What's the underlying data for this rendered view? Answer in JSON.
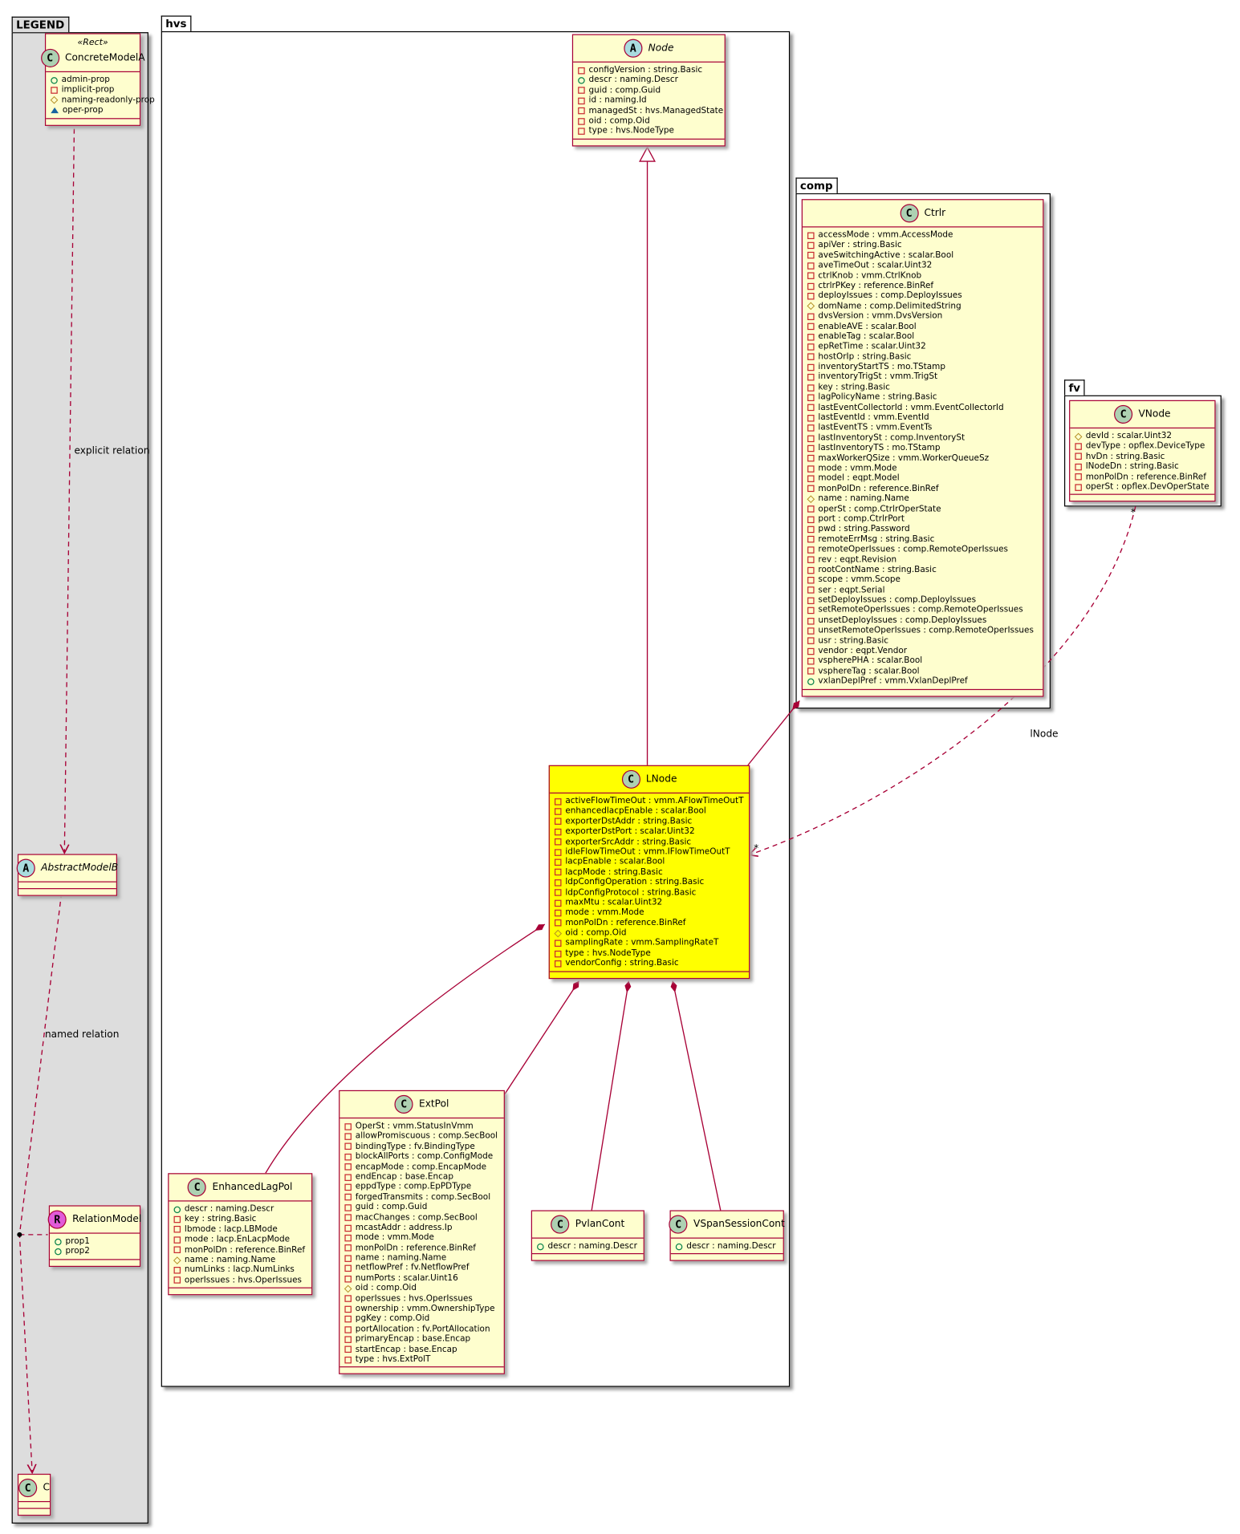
{
  "packages": {
    "legend": "LEGEND",
    "hvs": "hvs",
    "comp": "comp",
    "fv": "fv"
  },
  "labels": {
    "explicit": "explicit relation",
    "named": "named relation",
    "lnode_role": "lNode",
    "mult_a": "*",
    "mult_b": "*"
  },
  "colors": {
    "border": "#a80036",
    "class_bg": "#fefece",
    "highlight": "#ffff00",
    "legend_bg": "#dddddd"
  },
  "classes": {
    "ConcreteModelA": {
      "name": "ConcreteModelA",
      "kind": "C",
      "stereotype": "«Rect»",
      "attrs": [
        [
          "+",
          "admin-prop"
        ],
        [
          "-",
          "implicit-prop"
        ],
        [
          "#",
          "naming-readonly-prop"
        ],
        [
          "~",
          "oper-prop"
        ]
      ]
    },
    "AbstractModelB": {
      "name": "AbstractModelB",
      "kind": "A",
      "attrs": []
    },
    "RelationModel": {
      "name": "RelationModel",
      "kind": "R",
      "attrs": [
        [
          "+",
          "prop1"
        ],
        [
          "+",
          "prop2"
        ]
      ]
    },
    "C": {
      "name": "C",
      "kind": "C",
      "attrs": []
    },
    "Node": {
      "name": "Node",
      "kind": "A",
      "attrs": [
        [
          "-",
          "configVersion : string.Basic"
        ],
        [
          "+",
          "descr : naming.Descr"
        ],
        [
          "-",
          "guid : comp.Guid"
        ],
        [
          "-",
          "id : naming.Id"
        ],
        [
          "-",
          "managedSt : hvs.ManagedState"
        ],
        [
          "-",
          "oid : comp.Oid"
        ],
        [
          "-",
          "type : hvs.NodeType"
        ]
      ]
    },
    "LNode": {
      "name": "LNode",
      "kind": "C",
      "attrs": [
        [
          "-",
          "activeFlowTimeOut : vmm.AFlowTimeOutT"
        ],
        [
          "-",
          "enhancedlacpEnable : scalar.Bool"
        ],
        [
          "-",
          "exporterDstAddr : string.Basic"
        ],
        [
          "-",
          "exporterDstPort : scalar.Uint32"
        ],
        [
          "-",
          "exporterSrcAddr : string.Basic"
        ],
        [
          "-",
          "idleFlowTimeOut : vmm.IFlowTimeOutT"
        ],
        [
          "-",
          "lacpEnable : scalar.Bool"
        ],
        [
          "-",
          "lacpMode : string.Basic"
        ],
        [
          "-",
          "ldpConfigOperation : string.Basic"
        ],
        [
          "-",
          "ldpConfigProtocol : string.Basic"
        ],
        [
          "-",
          "maxMtu : scalar.Uint32"
        ],
        [
          "-",
          "mode : vmm.Mode"
        ],
        [
          "-",
          "monPolDn : reference.BinRef"
        ],
        [
          "#",
          "oid : comp.Oid"
        ],
        [
          "-",
          "samplingRate : vmm.SamplingRateT"
        ],
        [
          "-",
          "type : hvs.NodeType"
        ],
        [
          "-",
          "vendorConfig : string.Basic"
        ]
      ]
    },
    "EnhancedLagPol": {
      "name": "EnhancedLagPol",
      "kind": "C",
      "attrs": [
        [
          "+",
          "descr : naming.Descr"
        ],
        [
          "-",
          "key : string.Basic"
        ],
        [
          "-",
          "lbmode : lacp.LBMode"
        ],
        [
          "-",
          "mode : lacp.EnLacpMode"
        ],
        [
          "-",
          "monPolDn : reference.BinRef"
        ],
        [
          "#",
          "name : naming.Name"
        ],
        [
          "-",
          "numLinks : lacp.NumLinks"
        ],
        [
          "-",
          "operIssues : hvs.OperIssues"
        ]
      ]
    },
    "ExtPol": {
      "name": "ExtPol",
      "kind": "C",
      "attrs": [
        [
          "-",
          "OperSt : vmm.StatusInVmm"
        ],
        [
          "-",
          "allowPromiscuous : comp.SecBool"
        ],
        [
          "-",
          "bindingType : fv.BindingType"
        ],
        [
          "-",
          "blockAllPorts : comp.ConfigMode"
        ],
        [
          "-",
          "encapMode : comp.EncapMode"
        ],
        [
          "-",
          "endEncap : base.Encap"
        ],
        [
          "-",
          "eppdType : comp.EpPDType"
        ],
        [
          "-",
          "forgedTransmits : comp.SecBool"
        ],
        [
          "-",
          "guid : comp.Guid"
        ],
        [
          "-",
          "macChanges : comp.SecBool"
        ],
        [
          "-",
          "mcastAddr : address.Ip"
        ],
        [
          "-",
          "mode : vmm.Mode"
        ],
        [
          "-",
          "monPolDn : reference.BinRef"
        ],
        [
          "-",
          "name : naming.Name"
        ],
        [
          "-",
          "netflowPref : fv.NetflowPref"
        ],
        [
          "-",
          "numPorts : scalar.Uint16"
        ],
        [
          "#",
          "oid : comp.Oid"
        ],
        [
          "-",
          "operIssues : hvs.OperIssues"
        ],
        [
          "-",
          "ownership : vmm.OwnershipType"
        ],
        [
          "-",
          "pgKey : comp.Oid"
        ],
        [
          "-",
          "portAllocation : fv.PortAllocation"
        ],
        [
          "-",
          "primaryEncap : base.Encap"
        ],
        [
          "-",
          "startEncap : base.Encap"
        ],
        [
          "-",
          "type : hvs.ExtPolT"
        ]
      ]
    },
    "PvlanCont": {
      "name": "PvlanCont",
      "kind": "C",
      "attrs": [
        [
          "+",
          "descr : naming.Descr"
        ]
      ]
    },
    "VSpanSessionCont": {
      "name": "VSpanSessionCont",
      "kind": "C",
      "attrs": [
        [
          "+",
          "descr : naming.Descr"
        ]
      ]
    },
    "Ctrlr": {
      "name": "Ctrlr",
      "kind": "C",
      "attrs": [
        [
          "-",
          "accessMode : vmm.AccessMode"
        ],
        [
          "-",
          "apiVer : string.Basic"
        ],
        [
          "-",
          "aveSwitchingActive : scalar.Bool"
        ],
        [
          "-",
          "aveTimeOut : scalar.Uint32"
        ],
        [
          "-",
          "ctrlKnob : vmm.CtrlKnob"
        ],
        [
          "-",
          "ctrlrPKey : reference.BinRef"
        ],
        [
          "-",
          "deployIssues : comp.DeployIssues"
        ],
        [
          "#",
          "domName : comp.DelimitedString"
        ],
        [
          "-",
          "dvsVersion : vmm.DvsVersion"
        ],
        [
          "-",
          "enableAVE : scalar.Bool"
        ],
        [
          "-",
          "enableTag : scalar.Bool"
        ],
        [
          "-",
          "epRetTime : scalar.Uint32"
        ],
        [
          "-",
          "hostOrIp : string.Basic"
        ],
        [
          "-",
          "inventoryStartTS : mo.TStamp"
        ],
        [
          "-",
          "inventoryTrigSt : vmm.TrigSt"
        ],
        [
          "-",
          "key : string.Basic"
        ],
        [
          "-",
          "lagPolicyName : string.Basic"
        ],
        [
          "-",
          "lastEventCollectorId : vmm.EventCollectorId"
        ],
        [
          "-",
          "lastEventId : vmm.EventId"
        ],
        [
          "-",
          "lastEventTS : vmm.EventTs"
        ],
        [
          "-",
          "lastInventorySt : comp.InventorySt"
        ],
        [
          "-",
          "lastInventoryTS : mo.TStamp"
        ],
        [
          "-",
          "maxWorkerQSize : vmm.WorkerQueueSz"
        ],
        [
          "-",
          "mode : vmm.Mode"
        ],
        [
          "-",
          "model : eqpt.Model"
        ],
        [
          "-",
          "monPolDn : reference.BinRef"
        ],
        [
          "#",
          "name : naming.Name"
        ],
        [
          "-",
          "operSt : comp.CtrlrOperState"
        ],
        [
          "-",
          "port : comp.CtrlrPort"
        ],
        [
          "-",
          "pwd : string.Password"
        ],
        [
          "-",
          "remoteErrMsg : string.Basic"
        ],
        [
          "-",
          "remoteOperIssues : comp.RemoteOperIssues"
        ],
        [
          "-",
          "rev : eqpt.Revision"
        ],
        [
          "-",
          "rootContName : string.Basic"
        ],
        [
          "-",
          "scope : vmm.Scope"
        ],
        [
          "-",
          "ser : eqpt.Serial"
        ],
        [
          "-",
          "setDeployIssues : comp.DeployIssues"
        ],
        [
          "-",
          "setRemoteOperIssues : comp.RemoteOperIssues"
        ],
        [
          "-",
          "unsetDeployIssues : comp.DeployIssues"
        ],
        [
          "-",
          "unsetRemoteOperIssues : comp.RemoteOperIssues"
        ],
        [
          "-",
          "usr : string.Basic"
        ],
        [
          "-",
          "vendor : eqpt.Vendor"
        ],
        [
          "-",
          "vspherePHA : scalar.Bool"
        ],
        [
          "-",
          "vsphereTag : scalar.Bool"
        ],
        [
          "+",
          "vxlanDeplPref : vmm.VxlanDeplPref"
        ]
      ]
    },
    "VNode": {
      "name": "VNode",
      "kind": "C",
      "attrs": [
        [
          "#",
          "devId : scalar.Uint32"
        ],
        [
          "-",
          "devType : opflex.DeviceType"
        ],
        [
          "-",
          "hvDn : string.Basic"
        ],
        [
          "-",
          "lNodeDn : string.Basic"
        ],
        [
          "-",
          "monPolDn : reference.BinRef"
        ],
        [
          "-",
          "operSt : opflex.DevOperState"
        ]
      ]
    }
  }
}
